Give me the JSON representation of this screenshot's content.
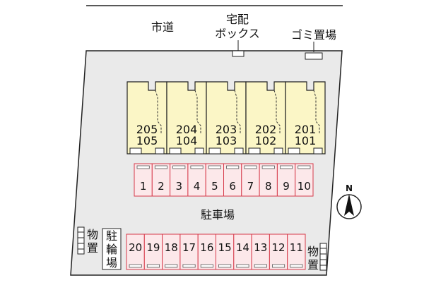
{
  "labels": {
    "road": "市道",
    "delivery_box_line1": "宅配",
    "delivery_box_line2": "ボックス",
    "garbage": "ゴミ置場",
    "parking_lot": "駐車場",
    "storage_left_line1": "物",
    "storage_left_line2": "置",
    "storage_right_line1": "物",
    "storage_right_line2": "置",
    "bike_line1": "駐",
    "bike_line2": "輪",
    "bike_line3": "場",
    "north": "N"
  },
  "units": [
    {
      "upper": "205",
      "lower": "105"
    },
    {
      "upper": "204",
      "lower": "104"
    },
    {
      "upper": "203",
      "lower": "103"
    },
    {
      "upper": "202",
      "lower": "102"
    },
    {
      "upper": "201",
      "lower": "101"
    }
  ],
  "parking_top": [
    "1",
    "2",
    "3",
    "4",
    "5",
    "6",
    "7",
    "8",
    "9",
    "10"
  ],
  "parking_bottom": [
    "20",
    "19",
    "18",
    "17",
    "16",
    "15",
    "14",
    "13",
    "12",
    "11"
  ],
  "colors": {
    "building_fill": "#fbf6c6",
    "parking_fill": "#fce8ea",
    "parking_stroke": "#d63a4a",
    "site_fill": "#eaeaea"
  }
}
